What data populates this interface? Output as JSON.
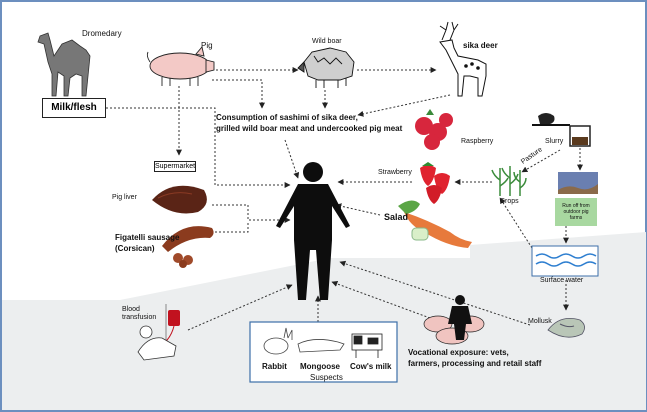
{
  "colors": {
    "frame": "#6c8fbf",
    "ground": "#eaecee",
    "arrow": "#333333",
    "human": "#0d0d0d",
    "suspect_box": "#3c6fa8"
  },
  "sources": {
    "dromedary": "Dromedary",
    "milk_flesh": "Milk/flesh",
    "pig": "Pig",
    "wild_boar": "Wild boar",
    "sika_deer": "sika deer",
    "consumption": "Consumption of sashimi of sika deer, grilled wild boar meat and undercooked pig meat",
    "consumption_line1": "Consumption of sashimi of sika deer,",
    "consumption_line2": "grilled wild boar meat and undercooked pig meat",
    "supermarket": "Supermarket",
    "pig_liver": "Pig liver",
    "figatelli_line1": "Figatelli sausage",
    "figatelli_line2": "(Corsican)",
    "raspberry": "Raspberry",
    "strawberry": "Strawberry",
    "salad": "Salad",
    "slurry": "Slurry",
    "pasture": "Pasture",
    "crops": "Crops",
    "runoff": "Run off from outdoor pig farms",
    "surface_water": "Surface water",
    "mollusk": "Mollusk",
    "blood_transfusion_line1": "Blood",
    "blood_transfusion_line2": "transfusion",
    "vocational_line1": "Vocational exposure: vets,",
    "vocational_line2": "farmers, processing and retail staff"
  },
  "suspects": {
    "title": "Suspects",
    "rabbit": "Rabbit",
    "mongoose": "Mongoose",
    "cows_milk": "Cow's milk"
  },
  "icons": [
    "camel-icon",
    "pig-icon",
    "wild-boar-icon",
    "deer-icon",
    "raspberry-icon",
    "strawberry-icon",
    "salad-icon",
    "pig-farm-icon",
    "crops-icon",
    "water-icon",
    "mollusk-icon",
    "liver-icon",
    "sausage-icon",
    "blood-bag-icon",
    "rabbit-icon",
    "mongoose-icon",
    "cow-icon",
    "worker-icon",
    "human-silhouette-icon"
  ]
}
